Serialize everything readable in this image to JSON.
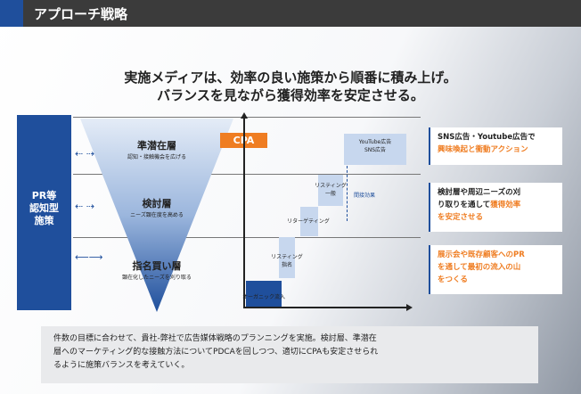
{
  "header": {
    "title": "アプローチ戦略"
  },
  "headline": {
    "line1": "実施メディアは、効率の良い施策から順番に積み上げ。",
    "line2": "バランスを見ながら獲得効率を安定させる。"
  },
  "side_label": {
    "line1": "PR等",
    "line2": "認知型",
    "line3": "施策"
  },
  "funnel": [
    {
      "title": "準潜在層",
      "sub": "認知・接触機会を広げる"
    },
    {
      "title": "検討層",
      "sub": "ニーズ顕在度を高める"
    },
    {
      "title": "指名買い層",
      "sub": "顕在化したニーズを刈り取る"
    }
  ],
  "chart": {
    "cpa_label": "CPA",
    "indirect_label": "間接効果",
    "blocks": [
      {
        "line1": "YouTube広告",
        "line2": "SNS広告"
      },
      {
        "line1": "リスティング",
        "line2": "一般"
      },
      {
        "line1": "リターゲティング",
        "line2": ""
      },
      {
        "line1": "リスティング",
        "line2": "指名"
      },
      {
        "line1": "オーガニック流入",
        "line2": ""
      }
    ]
  },
  "boxes": [
    {
      "line1": "SNS広告・Youtube広告で",
      "line2": "興味喚起と衝動アクション",
      "line3": ""
    },
    {
      "line1": "検討層や周辺ニーズの刈",
      "line2": "り取りを通して",
      "line2b": "獲得効率",
      "line3": "を安定させる"
    },
    {
      "line1": "展示会や既存顧客へのPR",
      "line2": "を通して最初の流入の山",
      "line3": "をつくる"
    }
  ],
  "bottom_text": {
    "line1": "件数の目標に合わせて、貴社-弊社で広告媒体戦略のプランニングを実施。検討層、準潜在",
    "line2": "層へのマーケティング的な接触方法についてPDCAを回しつつ、適切にCPAも安定させられ",
    "line3": "るように施策バランスを考えていく。"
  },
  "colors": {
    "brand": "#1f4f9c",
    "accent": "#ef7d22",
    "light_block": "#c7d7ee"
  }
}
